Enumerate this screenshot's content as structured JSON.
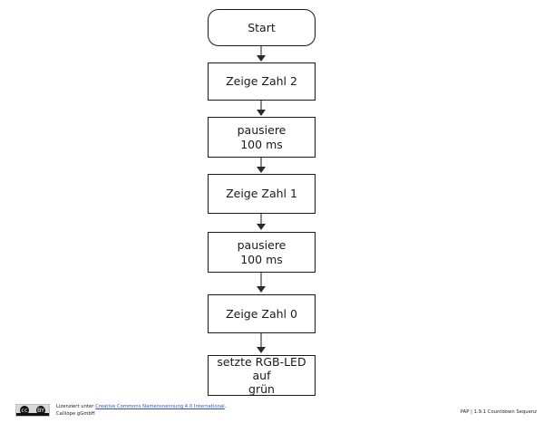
{
  "document": {
    "background_color": "#ffffff",
    "node_border_color": "#1a1a1a",
    "connector_color": "#8c8c8c",
    "arrow_color": "#2b2b2b",
    "link_color": "#2a54c8"
  },
  "flowchart": {
    "nodes": [
      {
        "id": "start",
        "shape": "terminator",
        "label": "Start"
      },
      {
        "id": "zeige-2",
        "shape": "process",
        "label": "Zeige Zahl 2"
      },
      {
        "id": "pause-1",
        "shape": "process",
        "label": "pausiere\n100 ms"
      },
      {
        "id": "zeige-1",
        "shape": "process",
        "label": "Zeige Zahl 1"
      },
      {
        "id": "pause-2",
        "shape": "process",
        "label": "pausiere\n100 ms"
      },
      {
        "id": "zeige-0",
        "shape": "process",
        "label": "Zeige Zahl 0"
      },
      {
        "id": "rgb-led-gruen",
        "shape": "process",
        "label": "setzte RGB-LED auf\ngrün"
      }
    ],
    "connector_count": 6
  },
  "footer": {
    "license": {
      "badge_icons": [
        "cc-circle-icon",
        "by-person-icon"
      ],
      "cc_glyph": "cc",
      "by_glyph": "BY",
      "prefix": "Lizenziert unter ",
      "link_text": "Creative Commons Namensnennung 4.0 International",
      "suffix": ".",
      "organization": "Calliope gGmbH"
    },
    "document_reference": "PAP | 1.9.1 Countdown Sequenz"
  }
}
